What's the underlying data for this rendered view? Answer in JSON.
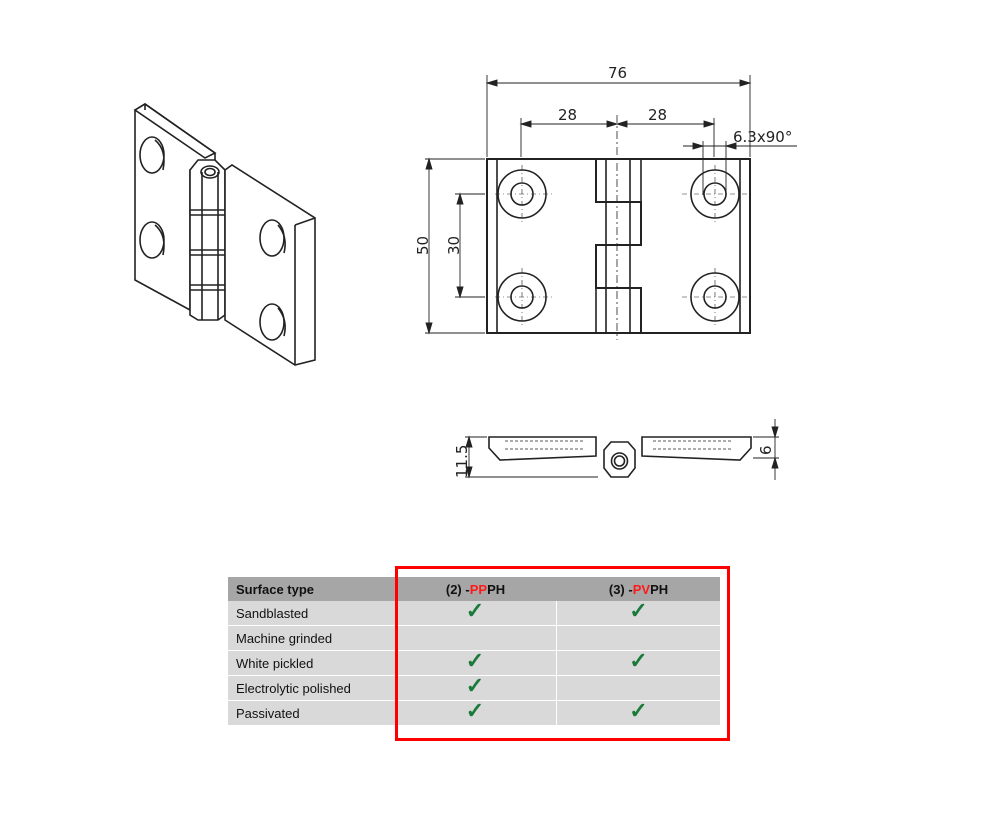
{
  "drawing": {
    "dimensions": {
      "overall_width": "76",
      "hole_spacing_left": "28",
      "hole_spacing_right": "28",
      "countersink": "6.3x90°",
      "overall_height": "50",
      "hole_vertical_spacing": "30",
      "total_thickness": "11.5",
      "leaf_thickness": "6"
    }
  },
  "table": {
    "header": {
      "col0": "Surface type",
      "col1_prefix": "(2) -",
      "col1_red": "PP",
      "col1_suffix": "PH",
      "col2_prefix": "(3) -",
      "col2_red": "PV",
      "col2_suffix": "PH"
    },
    "rows": [
      {
        "label": "Sandblasted",
        "c1": "✓",
        "c2": "✓"
      },
      {
        "label": "Machine grinded",
        "c1": "",
        "c2": ""
      },
      {
        "label": "White pickled",
        "c1": "✓",
        "c2": "✓"
      },
      {
        "label": "Electrolytic polished",
        "c1": "✓",
        "c2": ""
      },
      {
        "label": "Passivated",
        "c1": "✓",
        "c2": "✓"
      }
    ]
  },
  "colors": {
    "header_bg": "#a6a6a6",
    "row_bg": "#d9d9d9",
    "check": "#1a7a3a",
    "accent_red": "#ff0000"
  }
}
